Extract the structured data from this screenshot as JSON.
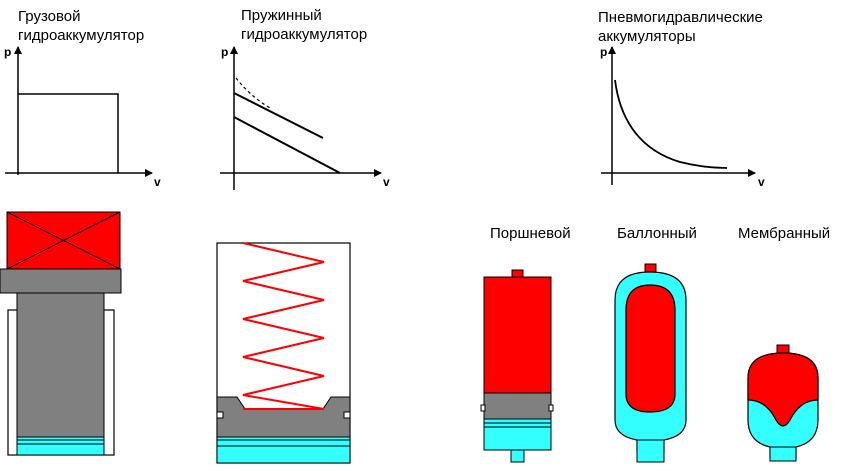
{
  "titles": {
    "weight": [
      "Грузовой",
      "гидроаккумулятор"
    ],
    "spring": [
      "Пружинный",
      "гидроаккумулятор"
    ],
    "pneumo": [
      "Пневмогидравлические",
      "аккумуляторы"
    ]
  },
  "axes": {
    "y": "p",
    "x": "v"
  },
  "types": {
    "piston": "Поршневой",
    "bladder": "Баллонный",
    "membrane": "Мембранный"
  },
  "colors": {
    "red": "#ff0000",
    "cyan": "#33ffff",
    "gray": "#808080",
    "black": "#000000"
  }
}
